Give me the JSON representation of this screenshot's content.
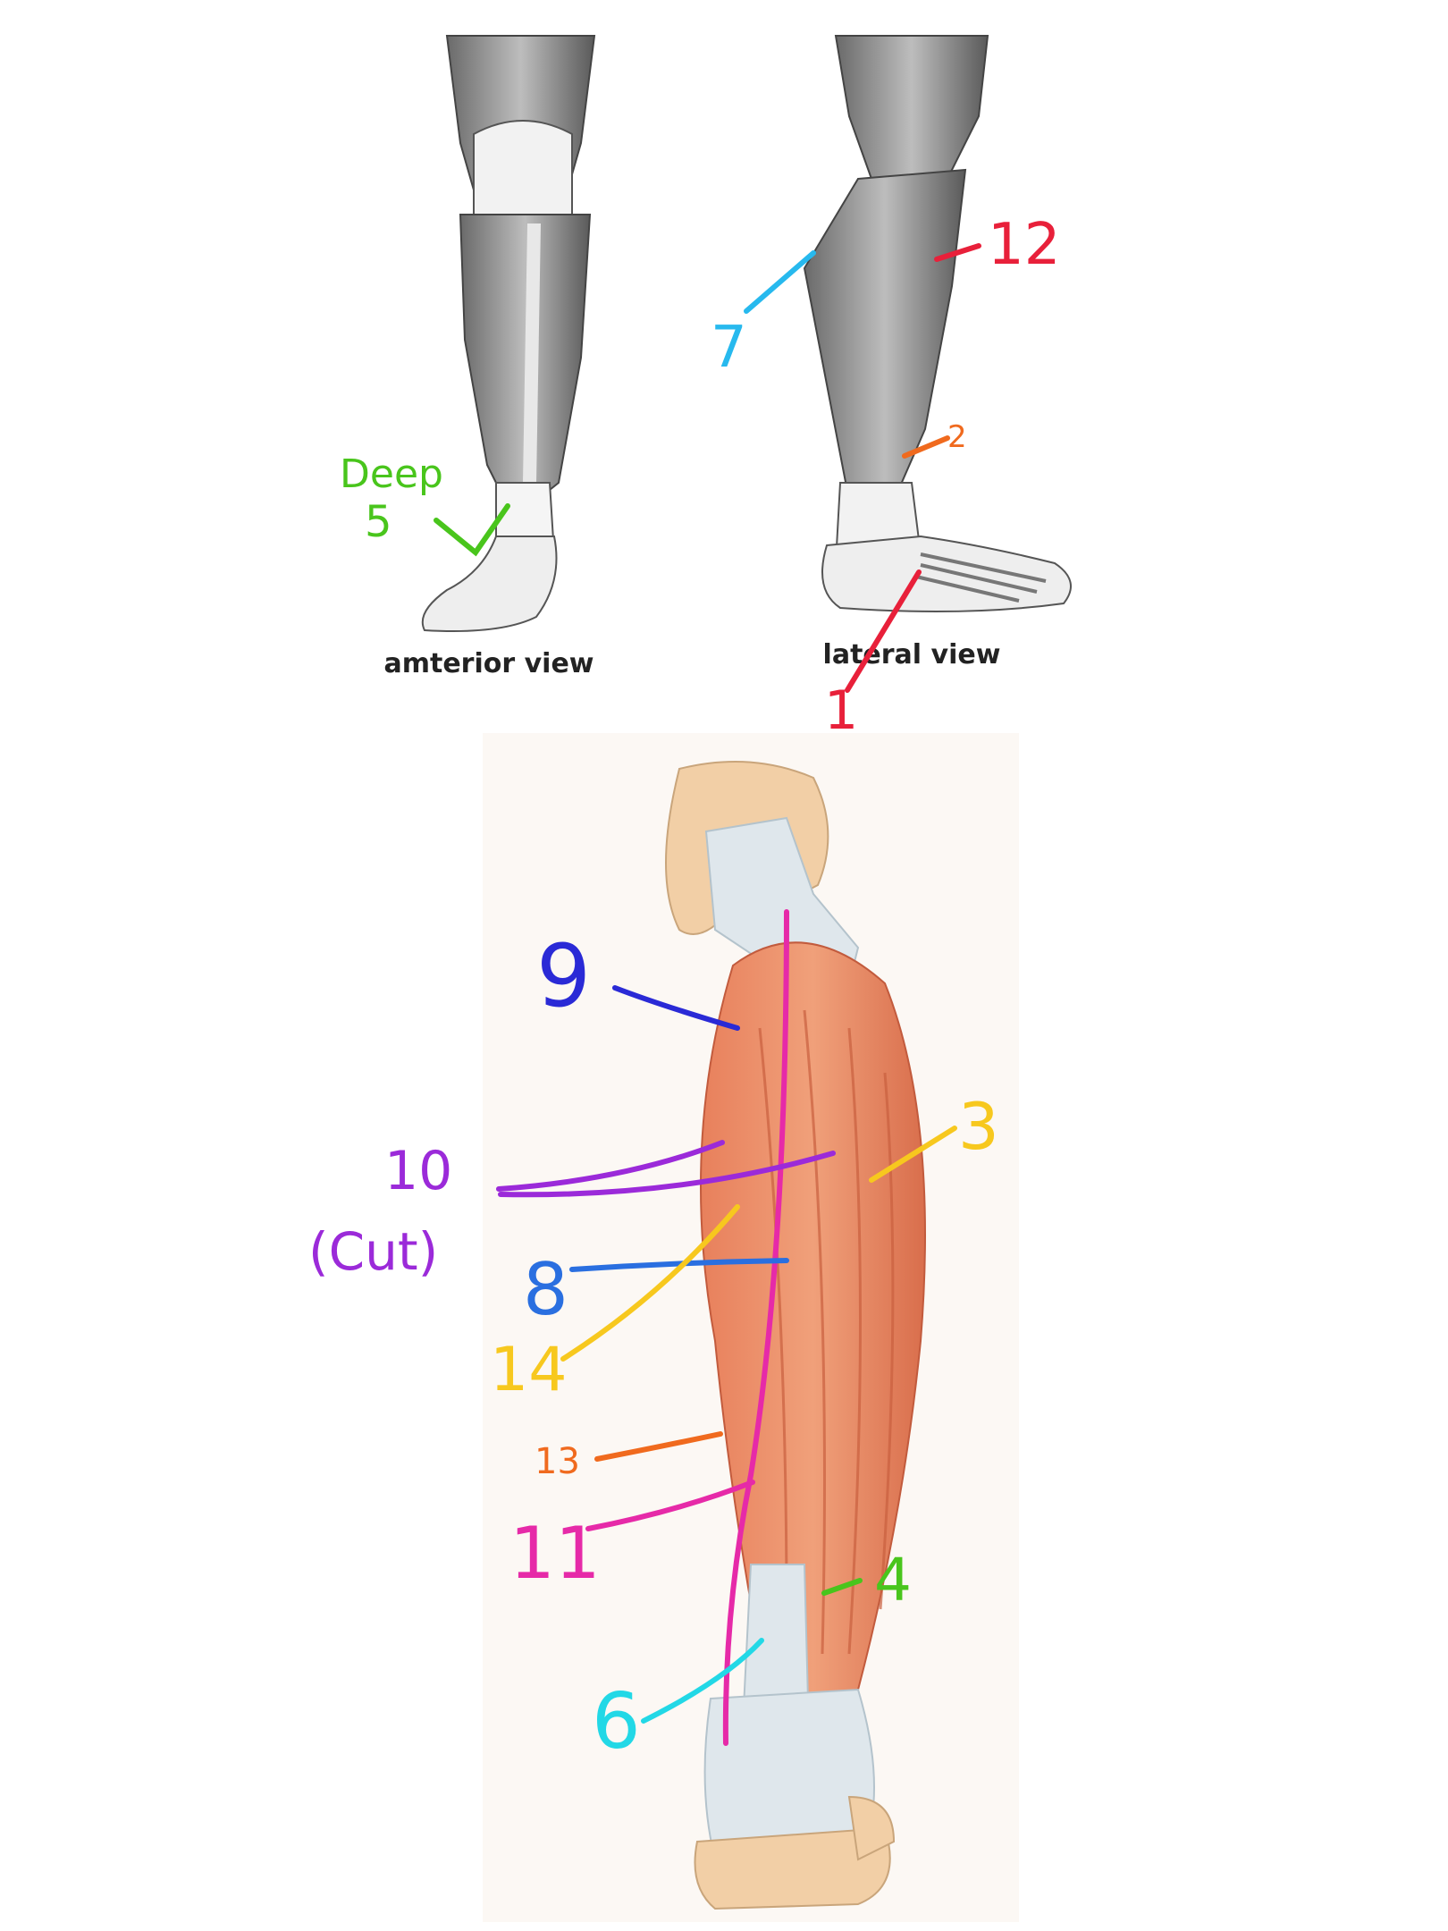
{
  "captions": {
    "anterior": "amterior view",
    "lateral": "lateral view"
  },
  "labels": [
    {
      "id": "deep",
      "text": "Deep",
      "color": "#49c51c"
    },
    {
      "id": "5",
      "text": "5",
      "color": "#49c51c"
    },
    {
      "id": "7",
      "text": "7",
      "color": "#27b9ee"
    },
    {
      "id": "12",
      "text": "12",
      "color": "#e8203a"
    },
    {
      "id": "2",
      "text": "2",
      "color": "#f06a1e"
    },
    {
      "id": "1",
      "text": "1",
      "color": "#e8203a"
    },
    {
      "id": "9",
      "text": "9",
      "color": "#2a2ad6"
    },
    {
      "id": "3",
      "text": "3",
      "color": "#f7c81e"
    },
    {
      "id": "10",
      "text": "10",
      "color": "#9b2ad9"
    },
    {
      "id": "cut",
      "text": "(Cut)",
      "color": "#9b2ad9"
    },
    {
      "id": "8",
      "text": "8",
      "color": "#2a6fe0"
    },
    {
      "id": "14",
      "text": "14",
      "color": "#f7c81e"
    },
    {
      "id": "13",
      "text": "13",
      "color": "#f06a1e"
    },
    {
      "id": "11",
      "text": "11",
      "color": "#e62aa8"
    },
    {
      "id": "4",
      "text": "4",
      "color": "#49c51c"
    },
    {
      "id": "6",
      "text": "6",
      "color": "#22d8e6"
    }
  ]
}
